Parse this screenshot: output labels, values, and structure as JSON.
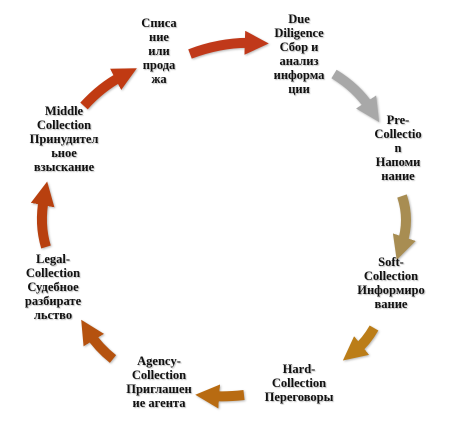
{
  "colors": {
    "arrow_writeoff_to_due": "#c0391a",
    "arrow_due_to_pre": "#a8a8a8",
    "arrow_pre_to_soft": "#a88d52",
    "arrow_soft_to_hard": "#bb7d18",
    "arrow_hard_to_agency": "#b86b12",
    "arrow_agency_to_legal": "#b5520f",
    "arrow_legal_to_middle": "#b8400f",
    "arrow_middle_to_writeoff": "#c03a12"
  },
  "stages": [
    {
      "id": "writeoff",
      "lines": [
        "Списа",
        "ние",
        "или",
        "прода",
        "жа"
      ]
    },
    {
      "id": "due",
      "lines": [
        "Due",
        "Diligence",
        "Сбор и",
        "анализ",
        "информа",
        "ции"
      ]
    },
    {
      "id": "pre",
      "lines": [
        "Pre-",
        "Collectio",
        "n",
        "Напоми",
        "нание"
      ]
    },
    {
      "id": "soft",
      "lines": [
        "Soft-",
        "Collection",
        "Информиро",
        "вание"
      ]
    },
    {
      "id": "hard",
      "lines": [
        "Hard-",
        "Collection",
        "Переговоры"
      ]
    },
    {
      "id": "agency",
      "lines": [
        "Agency-",
        "Collection",
        "Приглашен",
        "ие агента"
      ]
    },
    {
      "id": "legal",
      "lines": [
        "Legal-",
        "Collection",
        "Судебное",
        "разбирате",
        "льство"
      ]
    },
    {
      "id": "middle",
      "lines": [
        "Middle",
        "Collection",
        "Принудител",
        "ьное",
        "взыскание"
      ]
    }
  ]
}
